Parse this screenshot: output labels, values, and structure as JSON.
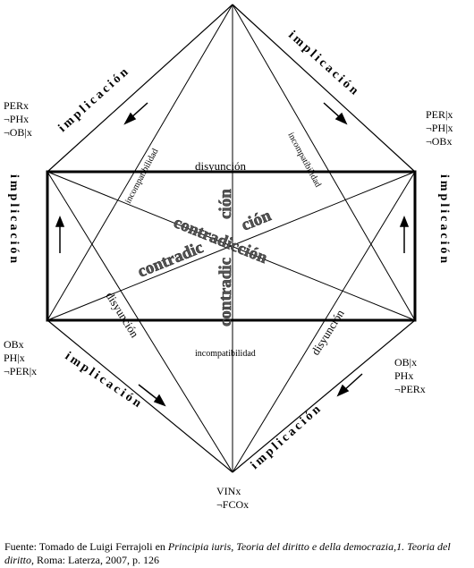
{
  "nodes": {
    "top_left": "PERx\n¬PHx\n¬OB|x",
    "top_right": "PER|x\n¬PH|x\n¬OBx",
    "bottom_left": "OBx\nPH|x\n¬PER|x",
    "bottom_right": "OB|x\nPHx\n¬PERx",
    "bottom": "VINx\n¬FCOx"
  },
  "relations": {
    "implication": "implicación",
    "disjunction": "disyunción",
    "incompatibility": "incompatibilidad",
    "contradiction": "contradicción",
    "contradiction_part_a": "contradic",
    "contradiction_part_b": "ción"
  },
  "source": {
    "label": "Fuente",
    "prefix": ": Tomado de Luigi Ferrajoli en ",
    "work": "Principia iuris, Teoria del diritto e della democrazia,1. Teoria del diritto",
    "suffix": ", Roma: Laterza, 2007, p. 126"
  }
}
